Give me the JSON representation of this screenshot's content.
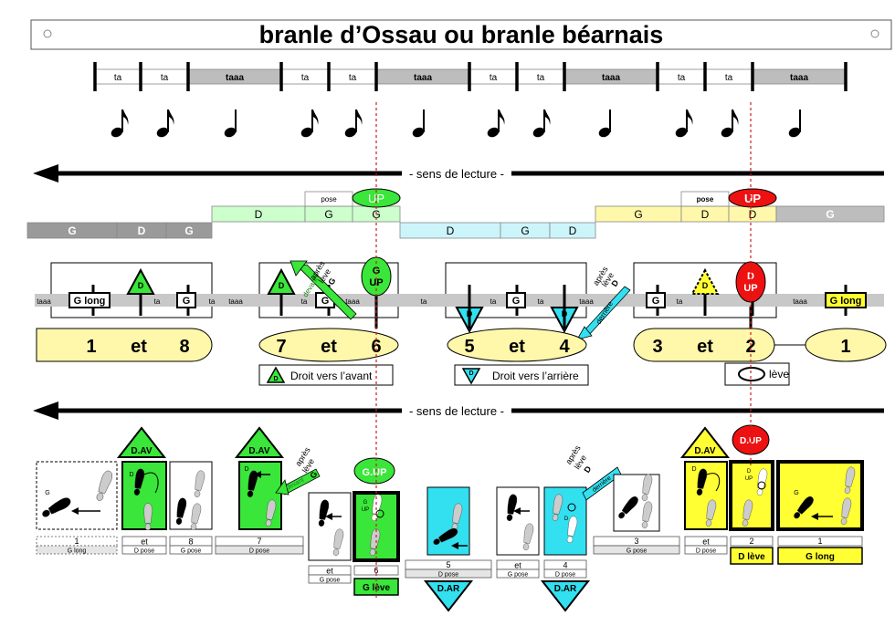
{
  "title": "branle d’Ossau  ou  branle béarnais",
  "colors": {
    "green": "#39e639",
    "light_green": "#ccffcc",
    "cyan": "#33e0f0",
    "light_cyan": "#ccf5fb",
    "yellow": "#ffff33",
    "light_yellow": "#fff7aa",
    "red": "#ee1111",
    "grey": "#bdbdbd",
    "dark_grey": "#9a9a9a",
    "guide": "#c81e1e"
  },
  "rhythm": {
    "cells": [
      "ta",
      "ta",
      "taaa",
      "ta",
      "ta",
      "taaa",
      "ta",
      "ta",
      "taaa",
      "ta",
      "ta",
      "taaa"
    ]
  },
  "reading_direction": {
    "label": "- sens de lecture -"
  },
  "steps_bar": {
    "labels": [
      "G",
      "D",
      "G",
      "D",
      "G",
      "G",
      "D",
      "G",
      "D",
      "G",
      "D",
      "D",
      "G"
    ],
    "pose_labels": [
      "pose",
      "pose"
    ],
    "up_labels": [
      "UP",
      "UP"
    ]
  },
  "track": {
    "left_labels": [
      "taaa",
      "ta",
      "ta",
      "taaa",
      "ta",
      "taaa",
      "ta",
      "ta",
      "ta",
      "taaa",
      "ta",
      "taaa"
    ],
    "g_long_1": "G long",
    "g_long_2": "G long",
    "g": "G",
    "d": "D",
    "up_green": [
      "G",
      "UP"
    ],
    "up_red": [
      "D",
      "UP"
    ],
    "apres_1": [
      "après",
      "lève",
      "G"
    ],
    "apres_2": [
      "après",
      "lève",
      "D"
    ],
    "devant": "devant",
    "derriere": "derrière",
    "counts": {
      "g1": [
        "1",
        "et",
        "8"
      ],
      "g2": [
        "7",
        "et",
        "6"
      ],
      "g3": [
        "5",
        "et",
        "4"
      ],
      "g4": [
        "3",
        "et",
        "2"
      ],
      "g5": "1"
    }
  },
  "legend": {
    "forward": "Droit vers l’avant",
    "backward": "Droit vers l’arrière",
    "lift": "lève",
    "d": "D"
  },
  "bottom": {
    "tri_dav": "D.AV",
    "tri_dar": "D.AR",
    "g_up": "G.UP",
    "d_up": "D.UP",
    "apres_g": [
      "après",
      "lève",
      "G"
    ],
    "apres_d": [
      "après",
      "lève",
      "D"
    ],
    "devant": "devant",
    "derriere": "derrière",
    "foot_letters": {
      "g": "G",
      "d": "D",
      "up": "UP"
    },
    "captions": [
      {
        "n": "1",
        "sub": "G long"
      },
      {
        "n": "et",
        "sub": "D pose"
      },
      {
        "n": "8",
        "sub": "G pose"
      },
      {
        "n": "7",
        "sub": "D pose"
      },
      {
        "n": "et",
        "sub": "G pose"
      },
      {
        "n": "6",
        "sub": "G lève"
      },
      {
        "n": "5",
        "sub": "D pose"
      },
      {
        "n": "et",
        "sub": "G pose"
      },
      {
        "n": "4",
        "sub": "D pose"
      },
      {
        "n": "3",
        "sub": "G pose"
      },
      {
        "n": "et",
        "sub": "D pose"
      },
      {
        "n": "2",
        "sub": "D lève"
      },
      {
        "n": "1",
        "sub": "G long"
      }
    ]
  }
}
